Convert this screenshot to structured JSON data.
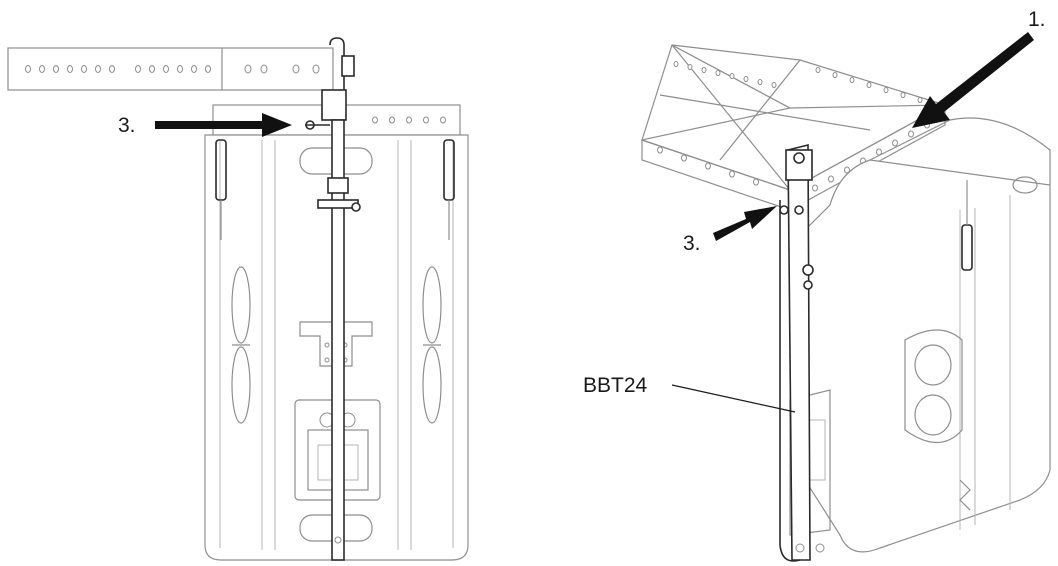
{
  "labels": {
    "left_arrow": "3.",
    "right_top_arrow": "1.",
    "right_mid_arrow": "3.",
    "bar_name": "BBT24"
  },
  "colors": {
    "line": "#8e8e8e",
    "hardware": "#2a2a2a",
    "arrow": "#111111",
    "text": "#1a1a1a"
  }
}
